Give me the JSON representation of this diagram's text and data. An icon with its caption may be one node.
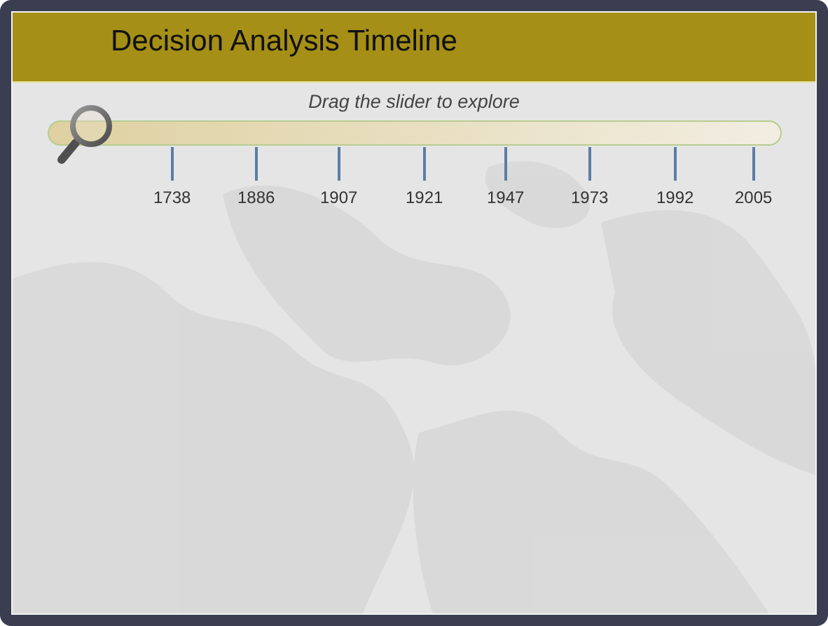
{
  "diagram": {
    "title": "Decision Analysis Timeline",
    "labels": [
      "Drag the slider to explore",
      "1738",
      "1886",
      "1907",
      "1921",
      "1947",
      "1973",
      "1992",
      "2005"
    ]
  }
}
